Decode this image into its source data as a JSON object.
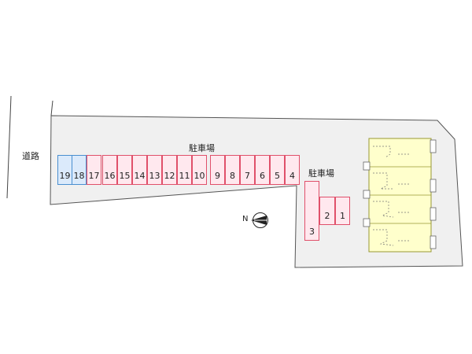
{
  "labels": {
    "road": "道路",
    "parking_main": "駐車場",
    "parking_side": "駐車場",
    "north": "N"
  },
  "stalls_main": [
    "19",
    "18",
    "17",
    "16",
    "15",
    "14",
    "13",
    "12",
    "11",
    "10",
    "9",
    "8",
    "7",
    "6",
    "5",
    "4"
  ],
  "stalls_side": [
    "3",
    "2",
    "1"
  ],
  "colors": {
    "lot": "#f0f0f0",
    "outline": "#555555",
    "stall_red_stroke": "#e0506a",
    "stall_red_fill": "#ffe8ee",
    "stall_blue_stroke": "#4a8fd0",
    "stall_blue_fill": "#dbeafb",
    "building_fill": "#ffffcc",
    "building_stroke": "#999933"
  }
}
